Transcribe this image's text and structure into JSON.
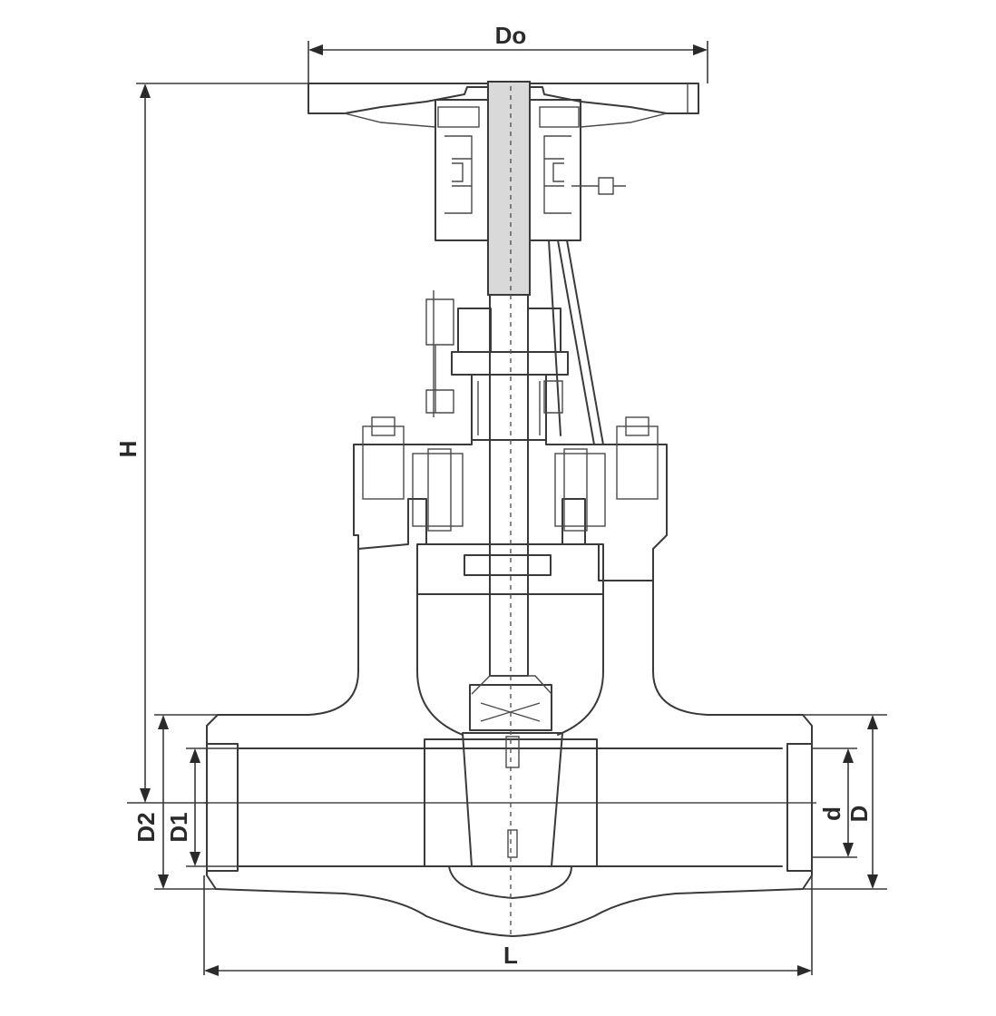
{
  "dimensions": {
    "Do": "Do",
    "H": "H",
    "L": "L",
    "D": "D",
    "d": "d",
    "D1": "D1",
    "D2": "D2"
  }
}
